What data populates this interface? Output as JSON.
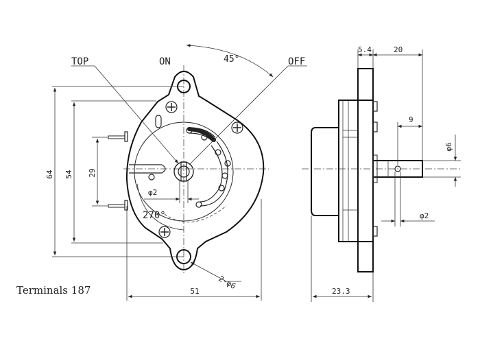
{
  "labels": {
    "top": "TOP",
    "on": "ON",
    "off": "OFF",
    "angle_45": "45°",
    "angle_270": "270°",
    "caption": "Terminals 187"
  },
  "dimensions": {
    "d64": "64",
    "d54": "54",
    "d29": "29",
    "d51": "51",
    "phi2_front": "φ2",
    "holes": "2-φ6",
    "d5_4": "5.4",
    "d20": "20",
    "d9": "9",
    "phi6": "φ6",
    "phi2_side": "φ2",
    "d23_3": "23.3"
  }
}
